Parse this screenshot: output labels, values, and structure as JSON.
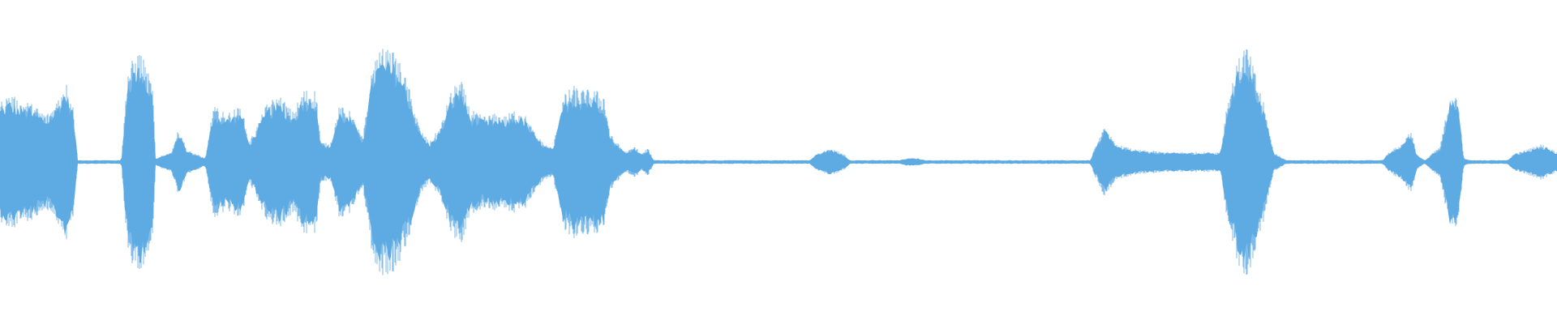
{
  "waveform": {
    "color": "#5eaae2",
    "background": "#ffffff",
    "amplitude_envelope": [
      [
        0.0,
        0.3
      ],
      [
        0.006,
        0.34
      ],
      [
        0.012,
        0.31
      ],
      [
        0.018,
        0.3
      ],
      [
        0.024,
        0.27
      ],
      [
        0.03,
        0.24
      ],
      [
        0.036,
        0.3
      ],
      [
        0.042,
        0.41
      ],
      [
        0.047,
        0.28
      ],
      [
        0.05,
        0.01
      ],
      [
        0.078,
        0.01
      ],
      [
        0.082,
        0.47
      ],
      [
        0.09,
        0.56
      ],
      [
        0.098,
        0.38
      ],
      [
        0.1,
        0.02
      ],
      [
        0.11,
        0.05
      ],
      [
        0.115,
        0.17
      ],
      [
        0.12,
        0.06
      ],
      [
        0.132,
        0.02
      ],
      [
        0.137,
        0.28
      ],
      [
        0.145,
        0.24
      ],
      [
        0.155,
        0.28
      ],
      [
        0.16,
        0.1
      ],
      [
        0.165,
        0.18
      ],
      [
        0.172,
        0.3
      ],
      [
        0.18,
        0.33
      ],
      [
        0.188,
        0.25
      ],
      [
        0.195,
        0.36
      ],
      [
        0.203,
        0.36
      ],
      [
        0.206,
        0.1
      ],
      [
        0.212,
        0.09
      ],
      [
        0.218,
        0.28
      ],
      [
        0.225,
        0.25
      ],
      [
        0.233,
        0.12
      ],
      [
        0.24,
        0.52
      ],
      [
        0.247,
        0.57
      ],
      [
        0.255,
        0.53
      ],
      [
        0.262,
        0.39
      ],
      [
        0.27,
        0.16
      ],
      [
        0.276,
        0.1
      ],
      [
        0.283,
        0.18
      ],
      [
        0.29,
        0.36
      ],
      [
        0.296,
        0.41
      ],
      [
        0.302,
        0.26
      ],
      [
        0.31,
        0.23
      ],
      [
        0.318,
        0.24
      ],
      [
        0.325,
        0.23
      ],
      [
        0.33,
        0.26
      ],
      [
        0.336,
        0.25
      ],
      [
        0.344,
        0.14
      ],
      [
        0.35,
        0.09
      ],
      [
        0.355,
        0.07
      ],
      [
        0.362,
        0.33
      ],
      [
        0.368,
        0.38
      ],
      [
        0.375,
        0.36
      ],
      [
        0.382,
        0.36
      ],
      [
        0.388,
        0.34
      ],
      [
        0.392,
        0.14
      ],
      [
        0.396,
        0.1
      ],
      [
        0.402,
        0.05
      ],
      [
        0.408,
        0.08
      ],
      [
        0.412,
        0.04
      ],
      [
        0.416,
        0.07
      ],
      [
        0.42,
        0.01
      ],
      [
        0.52,
        0.01
      ],
      [
        0.524,
        0.04
      ],
      [
        0.533,
        0.07
      ],
      [
        0.542,
        0.04
      ],
      [
        0.546,
        0.01
      ],
      [
        0.578,
        0.01
      ],
      [
        0.582,
        0.02
      ],
      [
        0.59,
        0.02
      ],
      [
        0.594,
        0.01
      ],
      [
        0.7,
        0.01
      ],
      [
        0.706,
        0.12
      ],
      [
        0.71,
        0.18
      ],
      [
        0.716,
        0.09
      ],
      [
        0.73,
        0.06
      ],
      [
        0.75,
        0.05
      ],
      [
        0.77,
        0.05
      ],
      [
        0.784,
        0.05
      ],
      [
        0.788,
        0.3
      ],
      [
        0.795,
        0.5
      ],
      [
        0.8,
        0.6
      ],
      [
        0.806,
        0.45
      ],
      [
        0.812,
        0.28
      ],
      [
        0.818,
        0.05
      ],
      [
        0.826,
        0.01
      ],
      [
        0.888,
        0.01
      ],
      [
        0.892,
        0.05
      ],
      [
        0.9,
        0.09
      ],
      [
        0.906,
        0.16
      ],
      [
        0.91,
        0.04
      ],
      [
        0.915,
        0.01
      ],
      [
        0.925,
        0.08
      ],
      [
        0.932,
        0.37
      ],
      [
        0.937,
        0.29
      ],
      [
        0.94,
        0.02
      ],
      [
        0.944,
        0.01
      ],
      [
        0.968,
        0.01
      ],
      [
        0.972,
        0.04
      ],
      [
        0.98,
        0.06
      ],
      [
        0.99,
        0.09
      ],
      [
        0.995,
        0.07
      ],
      [
        1.0,
        0.05
      ]
    ]
  }
}
